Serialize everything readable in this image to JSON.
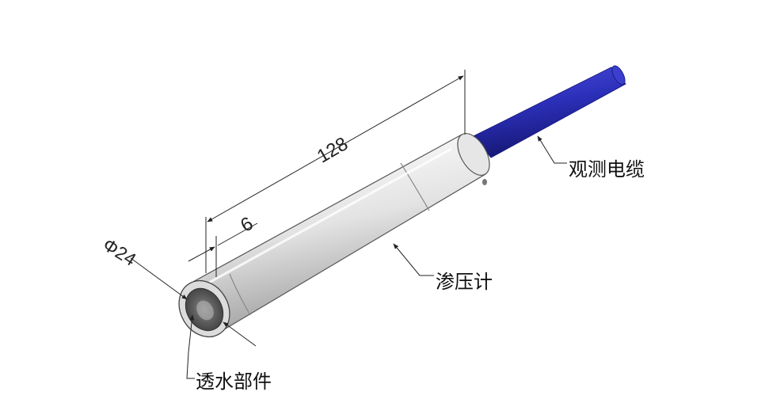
{
  "dimensions": {
    "length": "128",
    "offset": "6",
    "diameter": "Φ24"
  },
  "labels": {
    "cable": "观测电缆",
    "body": "渗压计",
    "filter": "透水部件"
  },
  "colors": {
    "cable": "#2b2fb8",
    "cable_dark": "#1a1c86",
    "body_light": "#f4f4f4",
    "body_mid": "#d9d9d9",
    "body_dark": "#a8a8a8",
    "line": "#222222"
  }
}
